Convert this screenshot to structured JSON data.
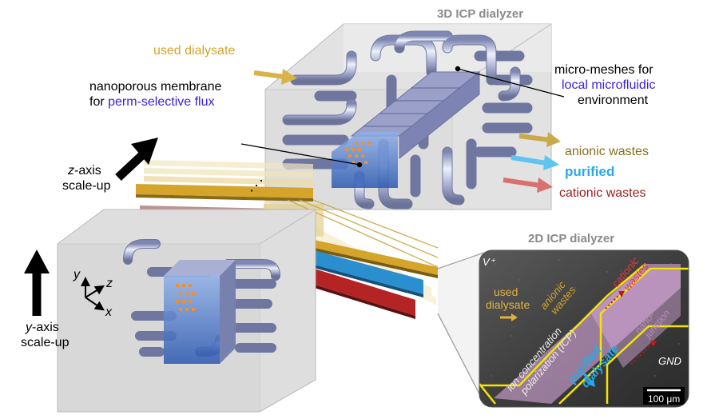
{
  "title_3d": "3D ICP dialyzer",
  "title_2d": "2D ICP dialyzer",
  "labels": {
    "used_dialysate": "used dialysate",
    "micromesh_line1": "micro-meshes for",
    "micromesh_line2": "local microfluidic",
    "micromesh_line3": "environment",
    "nanoporous_line1": "nanoporous membrane",
    "nanoporous_for": "for ",
    "nanoporous_line2": "perm-selective flux",
    "anionic_wastes": "anionic wastes",
    "purified": "purified",
    "cationic_wastes": "cationic wastes",
    "z_axis_z": "z",
    "z_axis_rest": "-axis",
    "z_axis_line2": "scale-up",
    "y_axis_y": "y",
    "y_axis_rest": "-axis",
    "y_axis_line2": "scale-up",
    "axis_y": "y",
    "axis_z": "z",
    "axis_x": "x"
  },
  "micrograph": {
    "v_plus": "V⁺",
    "gnd": "GND",
    "used_line1": "used",
    "used_line2": "dialysate",
    "anionic_line1": "anionic",
    "anionic_line2": "wastes",
    "cationic_line1": "cationic",
    "cationic_line2": "wastes",
    "nano_line1": "nano-",
    "nano_line2": "junction",
    "icp_line1": "ion concentration",
    "icp_line2": "polarization (ICP)",
    "purified_line1": "purified",
    "purified_line2": "dialysate",
    "scale_bar": "100 μm"
  },
  "colors": {
    "gold": "#d4a52a",
    "blue_accent": "#3a1fd6",
    "purified_blue": "#29a9e8",
    "anionic_brown": "#8a6e1e",
    "cationic_red": "#9a1e1e",
    "membrane_blue": "#2f6fc0"
  }
}
